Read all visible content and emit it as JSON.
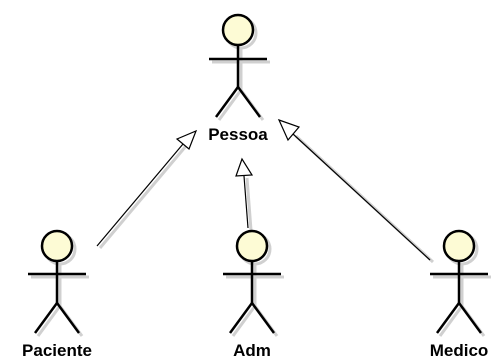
{
  "diagram": {
    "type": "uml-use-case-generalization",
    "colors": {
      "actor_head_fill": "#fdfbd5",
      "stroke": "#000000",
      "shadow": "#d0d0d0",
      "label": "#000000",
      "background": "#ffffff"
    },
    "actors": {
      "parent": {
        "label": "Pessoa"
      },
      "child_1": {
        "label": "Paciente"
      },
      "child_2": {
        "label": "Adm"
      },
      "child_3": {
        "label": "Medico"
      }
    },
    "relations": [
      {
        "type": "generalization",
        "from": "Paciente",
        "to": "Pessoa"
      },
      {
        "type": "generalization",
        "from": "Adm",
        "to": "Pessoa"
      },
      {
        "type": "generalization",
        "from": "Medico",
        "to": "Pessoa"
      }
    ]
  }
}
